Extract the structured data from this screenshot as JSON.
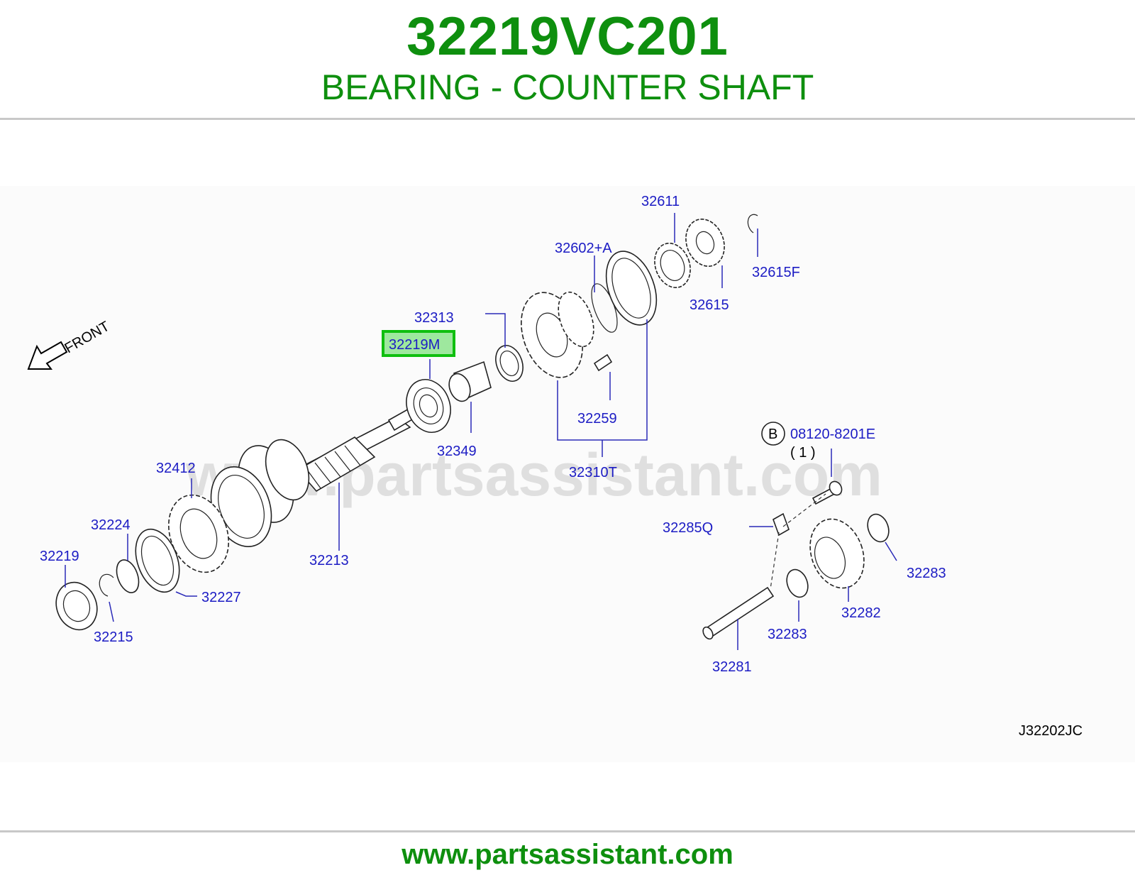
{
  "header": {
    "part_number": "32219VC201",
    "description": "BEARING - COUNTER SHAFT"
  },
  "diagram": {
    "front_label": "FRONT",
    "watermark": "www.partsassistant.com",
    "reference_code": "J32202JC",
    "highlighted_callout": "32219M",
    "callouts": {
      "c32611": "32611",
      "c32602a": "32602+A",
      "c32615f": "32615F",
      "c32615": "32615",
      "c32313": "32313",
      "c32219m": "32219M",
      "c32259": "32259",
      "c32349": "32349",
      "c32310t": "32310T",
      "c32412": "32412",
      "c32224": "32224",
      "c32219": "32219",
      "c32227": "32227",
      "c32213": "32213",
      "c32215": "32215",
      "c08120": "08120-8201E",
      "c_qty": "( 1 )",
      "c_b": "B",
      "c32285q": "32285Q",
      "c32283a": "32283",
      "c32282": "32282",
      "c32283b": "32283",
      "c32281": "32281"
    }
  },
  "footer": {
    "url": "www.partsassistant.com"
  },
  "colors": {
    "brand_green": "#0e8f0e",
    "callout_blue": "#1c1cc4",
    "highlight_fill": "#9ee89e",
    "highlight_border": "#0fbf0f"
  }
}
